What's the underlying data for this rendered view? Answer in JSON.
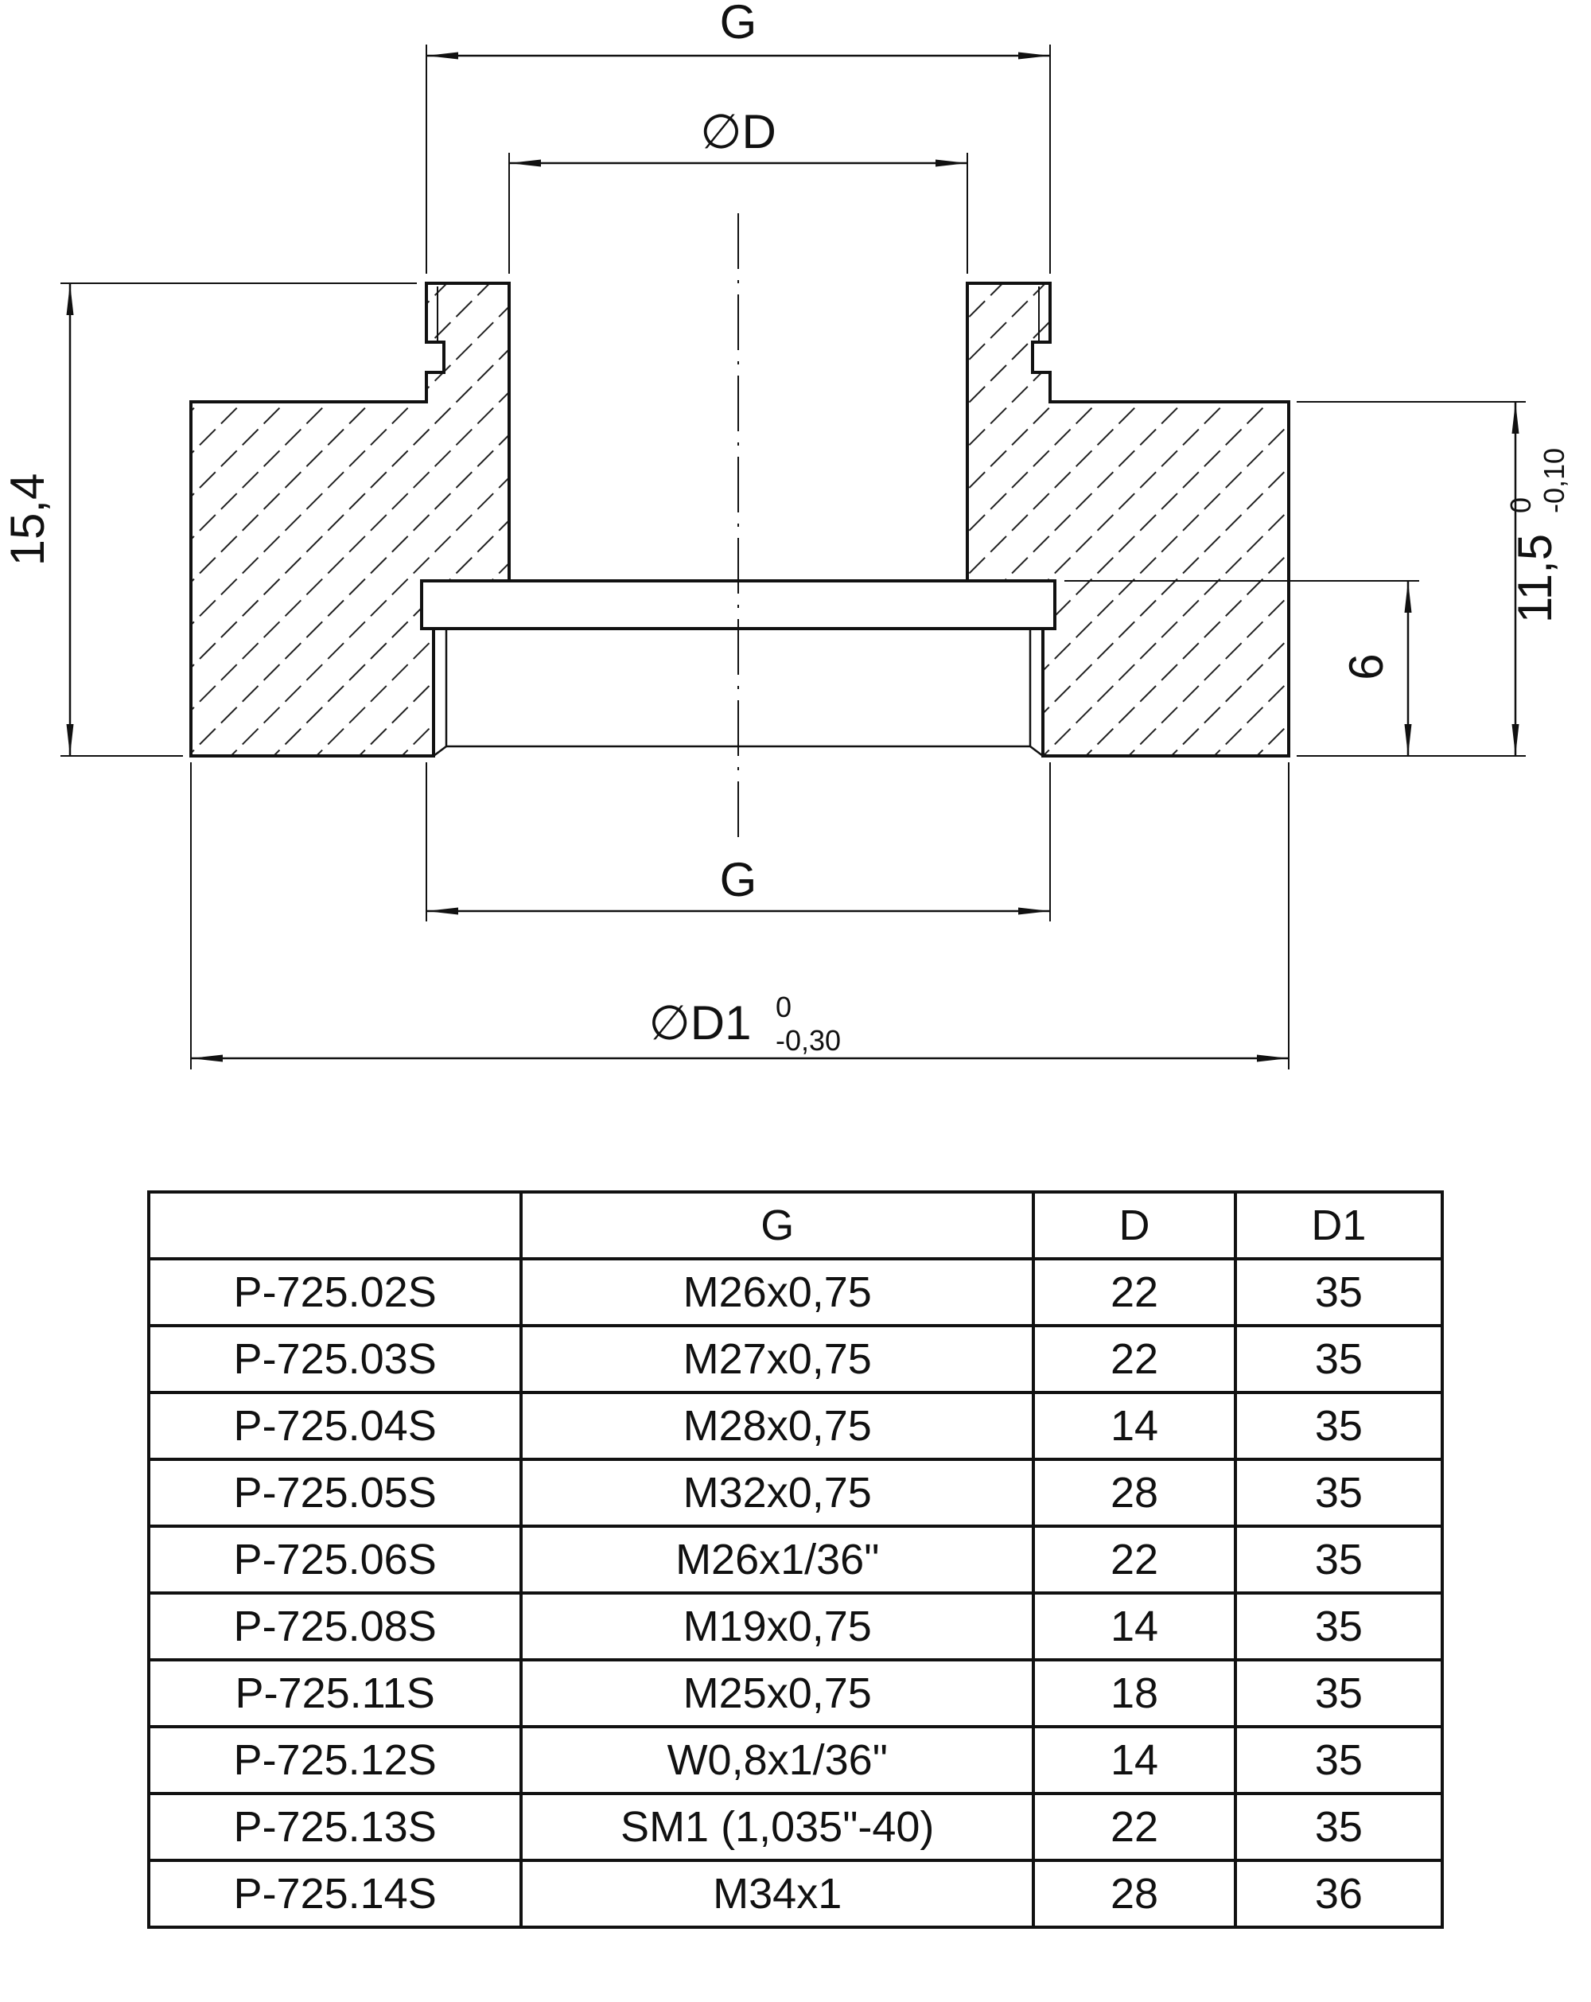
{
  "drawing": {
    "top_width_label": "G",
    "bore_diameter_label": "∅D",
    "overall_height": "15,4",
    "flange_height": "11,5",
    "flange_height_tol_upper": "0",
    "flange_height_tol_lower": "-0,10",
    "recess_depth": "6",
    "bottom_thread_label": "G",
    "outer_diameter_label": "∅D1",
    "outer_diameter_tol_upper": "0",
    "outer_diameter_tol_lower": "-0,30"
  },
  "table": {
    "headers": [
      "",
      "G",
      "D",
      "D1"
    ],
    "rows": [
      [
        "P-725.02S",
        "M26x0,75",
        "22",
        "35"
      ],
      [
        "P-725.03S",
        "M27x0,75",
        "22",
        "35"
      ],
      [
        "P-725.04S",
        "M28x0,75",
        "14",
        "35"
      ],
      [
        "P-725.05S",
        "M32x0,75",
        "28",
        "35"
      ],
      [
        "P-725.06S",
        "M26x1/36\"",
        "22",
        "35"
      ],
      [
        "P-725.08S",
        "M19x0,75",
        "14",
        "35"
      ],
      [
        "P-725.11S",
        "M25x0,75",
        "18",
        "35"
      ],
      [
        "P-725.12S",
        "W0,8x1/36\"",
        "14",
        "35"
      ],
      [
        "P-725.13S",
        "SM1 (1,035\"-40)",
        "22",
        "35"
      ],
      [
        "P-725.14S",
        "M34x1",
        "28",
        "36"
      ]
    ]
  }
}
